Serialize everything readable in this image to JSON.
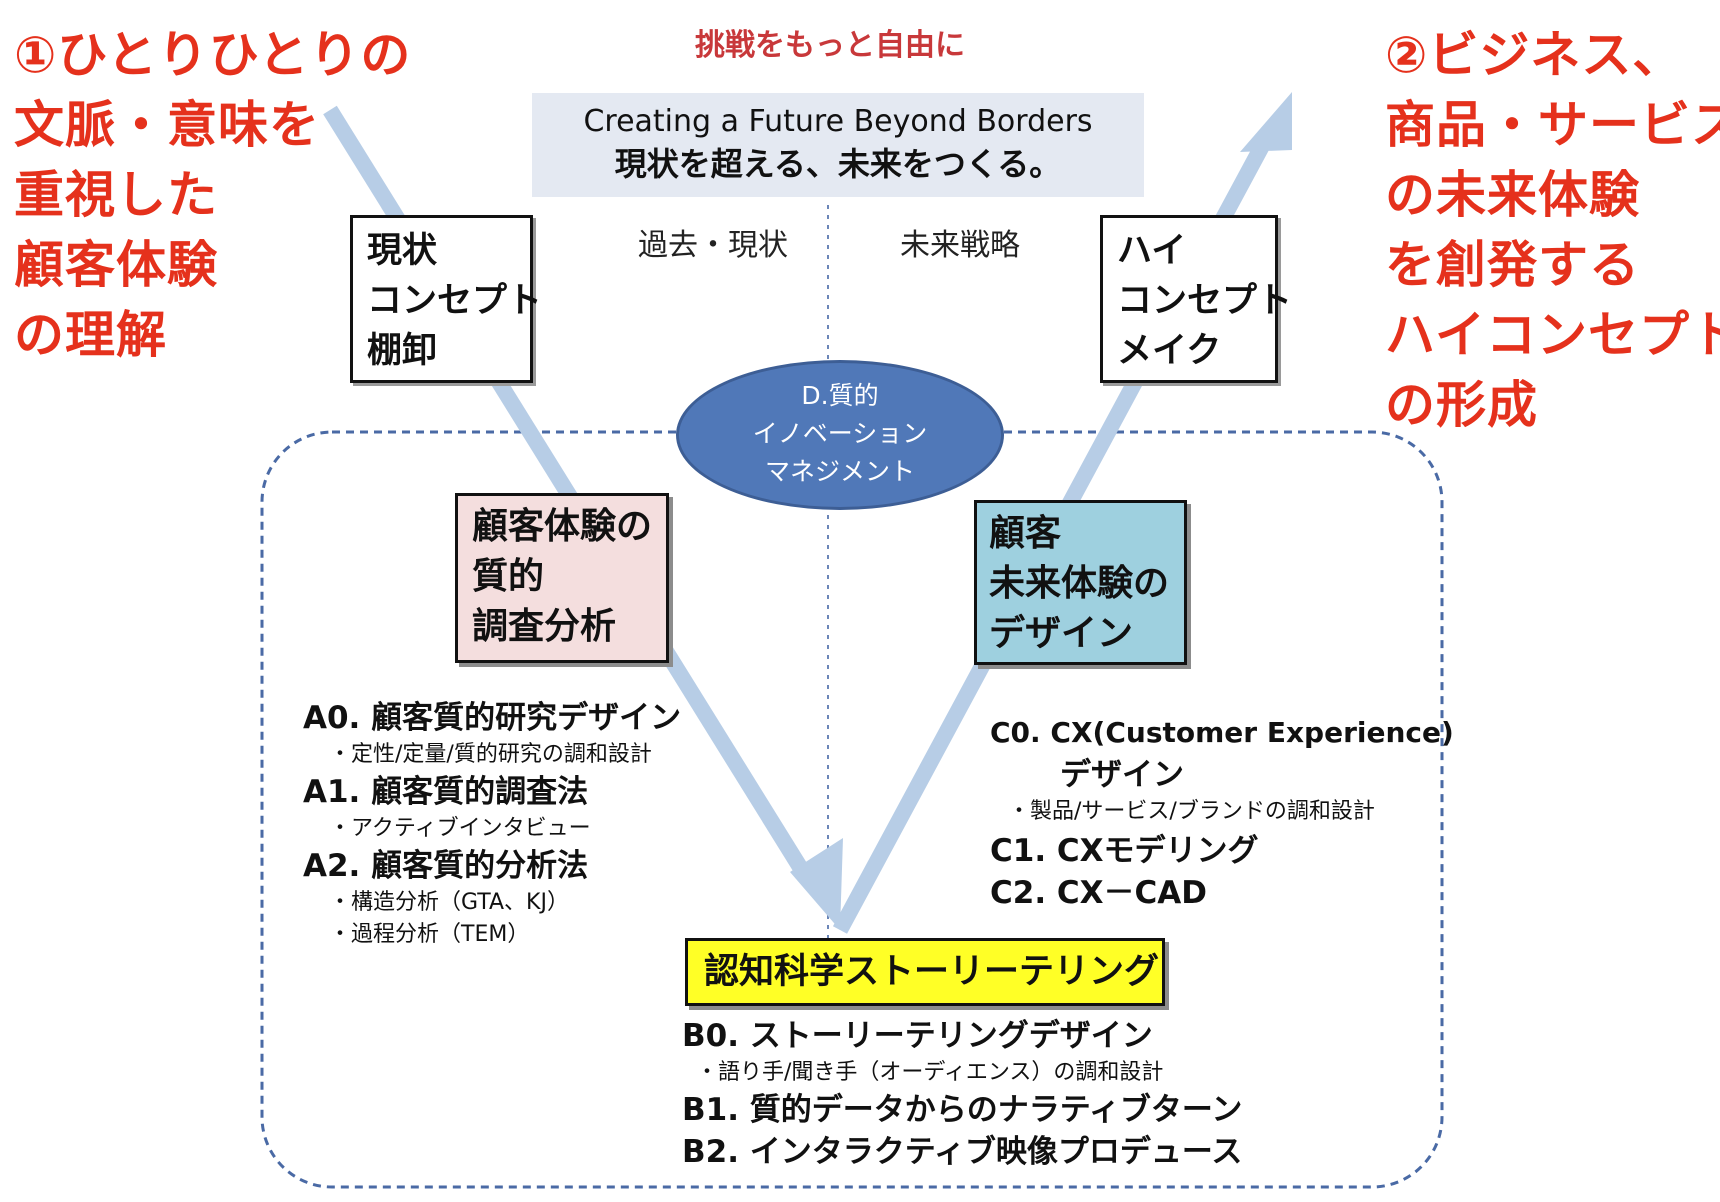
{
  "left_note": [
    "①ひとりひとりの",
    "文脈・意味を",
    "重視した",
    "顧客体験",
    "の理解"
  ],
  "right_note": [
    "②ビジネス、",
    "商品・サービス",
    "の未来体験",
    "を創発する",
    "ハイコンセプト",
    "の形成"
  ],
  "tagline": "挑戦をもっと自由に",
  "banner": {
    "english": "Creating a Future Beyond Borders",
    "japanese": "現状を超える、未来をつくる。"
  },
  "axis": {
    "left": "過去・現状",
    "right": "未来戦略"
  },
  "box_current_concept": [
    "現状",
    "コンセプト",
    "棚卸"
  ],
  "box_high_concept": [
    "ハイ",
    "コンセプト",
    "メイク"
  ],
  "center_oval": [
    "D.質的",
    "イノベーション",
    "マネジメント"
  ],
  "box_qualitative_research": [
    "顧客体験の",
    "質的",
    "調査分析"
  ],
  "box_future_design": [
    "顧客",
    "未来体験の",
    "デザイン"
  ],
  "box_storytelling": "認知科学ストーリーテリング",
  "list_a": [
    {
      "label": "A0. 顧客質的研究デザイン",
      "subs": [
        "・定性/定量/質的研究の調和設計"
      ]
    },
    {
      "label": "A1. 顧客質的調査法",
      "subs": [
        "・アクティブインタビュー"
      ]
    },
    {
      "label": "A2. 顧客質的分析法",
      "subs": [
        "・構造分析（GTA、KJ）",
        "・過程分析（TEM）"
      ]
    }
  ],
  "list_c": {
    "c0_label": "C0. CX(Customer Experience)",
    "c0_cont": "デザイン",
    "c0_sub": "・製品/サービス/ブランドの調和設計",
    "c1_label": "C1. CXモデリング",
    "c2_label": "C2. CX－CAD"
  },
  "list_b": {
    "b0_label": "B0. ストーリーテリングデザイン",
    "b0_sub": "・語り手/聞き手（オーディエンス）の調和設計",
    "b1_label": "B1. 質的データからのナラティブターン",
    "b2_label": "B2. インタラクティブ映像プロデュース"
  },
  "colors": {
    "red_text": "#e5311c",
    "arrow": "#b7cde6",
    "oval": "#5078b8",
    "pink_box": "#f4dede",
    "cyan_box": "#9ed0df",
    "yellow_box": "#ffff26",
    "banner_bg": "#e4e9f2",
    "dashed_border": "#4a6aa5"
  }
}
